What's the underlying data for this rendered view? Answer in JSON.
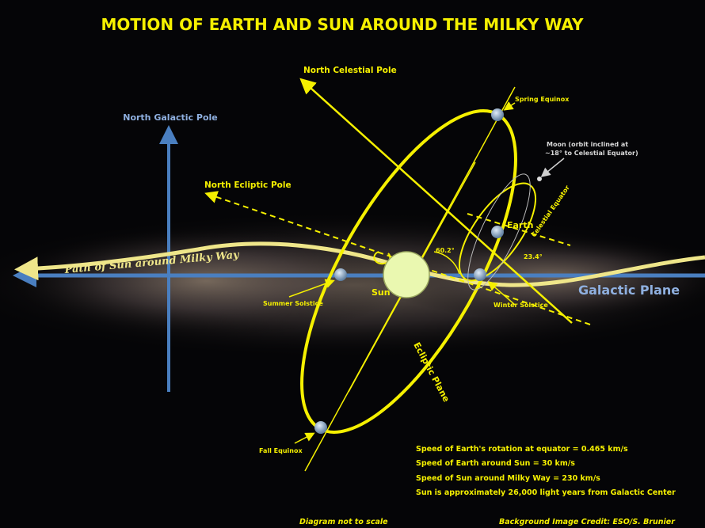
{
  "title": "MOTION OF EARTH AND SUN AROUND THE MILKY WAY",
  "labels": {
    "north_celestial_pole": "North Celestial Pole",
    "north_galactic_pole": "North Galactic Pole",
    "north_ecliptic_pole": "North Ecliptic Pole",
    "spring_equinox": "Spring Equinox",
    "moon": [
      "Moon (orbit inclined at",
      "~18° to Celestial Equator)"
    ],
    "earth": "Earth",
    "celestial_equator": "Celestial Equator",
    "path_of_sun": "Path of Sun around Milky Way",
    "angle_sun": "60.2°",
    "angle_earth": "23.4°",
    "sun": "Sun",
    "summer_solstice": "Summer Solstice",
    "winter_solstice": "Winter Solstice",
    "galactic_plane": "Galactic Plane",
    "ecliptic_plane": "Ecliptic Plane",
    "fall_equinox": "Fall Equinox"
  },
  "facts": [
    "Speed of Earth's rotation at equator = 0.465 km/s",
    "Speed of Earth around Sun = 30 km/s",
    "Speed of Sun around Milky Way = 230 km/s",
    "Sun is approximately 26,000 light years from Galactic Center"
  ],
  "footer": {
    "note": "Diagram not to scale",
    "credit": "Background Image Credit: ESO/S. Brunier"
  },
  "colors": {
    "yellow": "#f5f000",
    "blue": "#4a7fc0",
    "path": "#efe68a",
    "sun": "#eaf8b0"
  }
}
